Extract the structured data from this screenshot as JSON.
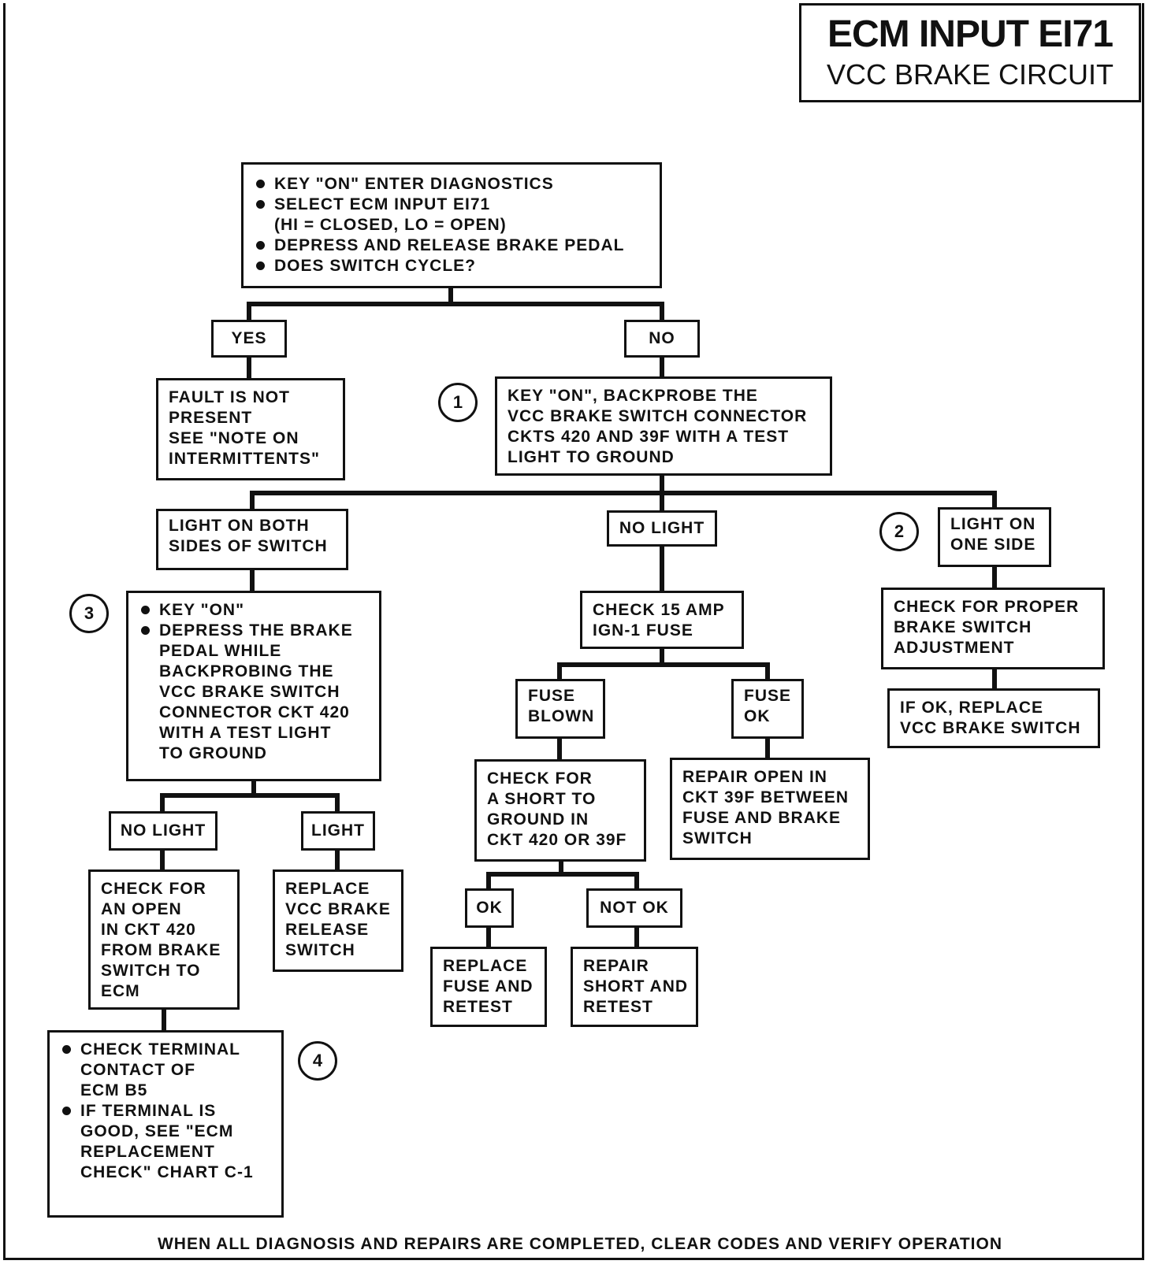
{
  "title": {
    "main": "ECM INPUT EI71",
    "sub": "VCC BRAKE CIRCUIT"
  },
  "start": {
    "bullets": [
      "KEY \"ON\" ENTER DIAGNOSTICS",
      "SELECT ECM INPUT EI71",
      "DEPRESS AND RELEASE BRAKE PEDAL",
      "DOES SWITCH CYCLE?"
    ],
    "note": "(HI = CLOSED, LO = OPEN)"
  },
  "yes": "YES",
  "no": "NO",
  "fault": [
    "FAULT IS NOT",
    "PRESENT",
    "SEE \"NOTE ON",
    "INTERMITTENTS\""
  ],
  "step1": {
    "num": "1",
    "lines": [
      "KEY \"ON\", BACKPROBE THE",
      "VCC BRAKE SWITCH CONNECTOR",
      "CKTS 420 AND 39F WITH A TEST",
      "LIGHT TO GROUND"
    ]
  },
  "both": [
    "LIGHT ON BOTH",
    "SIDES OF SWITCH"
  ],
  "nolight1": "NO LIGHT",
  "oneside": {
    "num": "2",
    "lines": [
      "LIGHT ON",
      "ONE SIDE"
    ]
  },
  "step3": {
    "num": "3",
    "bullets": [
      "KEY \"ON\"",
      "DEPRESS THE BRAKE"
    ],
    "cont": [
      "PEDAL WHILE",
      "BACKPROBING THE",
      "VCC BRAKE SWITCH",
      "CONNECTOR CKT 420",
      "WITH A TEST LIGHT",
      "TO GROUND"
    ]
  },
  "checkfuse": [
    "CHECK 15 AMP",
    "IGN-1 FUSE"
  ],
  "fuseblown": [
    "FUSE",
    "BLOWN"
  ],
  "fuseok": [
    "FUSE",
    "OK"
  ],
  "adjust": [
    "CHECK FOR PROPER",
    "BRAKE SWITCH",
    "ADJUSTMENT"
  ],
  "replaceswitch": [
    "IF OK, REPLACE",
    "VCC BRAKE SWITCH"
  ],
  "short": [
    "CHECK FOR",
    "A SHORT TO",
    "GROUND IN",
    "CKT 420 OR 39F"
  ],
  "repairopen": [
    "REPAIR OPEN IN",
    "CKT 39F BETWEEN",
    "FUSE AND BRAKE",
    "SWITCH"
  ],
  "nolight2": "NO LIGHT",
  "light2": "LIGHT",
  "open420": [
    "CHECK FOR",
    "AN OPEN",
    "IN CKT 420",
    "FROM BRAKE",
    "SWITCH TO",
    "ECM"
  ],
  "replacerelease": [
    "REPLACE",
    "VCC BRAKE",
    "RELEASE",
    "SWITCH"
  ],
  "ok": "OK",
  "notok": "NOT OK",
  "replacefuse": [
    "REPLACE",
    "FUSE AND",
    "RETEST"
  ],
  "repairshort": [
    "REPAIR",
    "SHORT AND",
    "RETEST"
  ],
  "step4": {
    "num": "4",
    "bullets": [
      "CHECK TERMINAL",
      "IF TERMINAL IS"
    ],
    "cont1": [
      "CONTACT OF",
      "ECM B5"
    ],
    "cont2": [
      "GOOD, SEE \"ECM",
      "REPLACEMENT",
      "CHECK\" CHART C-1"
    ]
  },
  "footer": "WHEN ALL DIAGNOSIS AND REPAIRS ARE COMPLETED, CLEAR CODES AND VERIFY OPERATION"
}
